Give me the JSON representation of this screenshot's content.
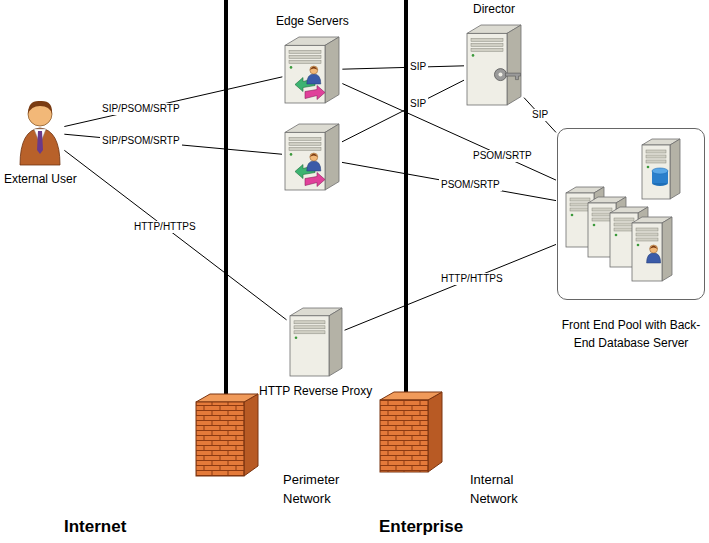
{
  "diagram": {
    "nodes": [
      {
        "text": [
          "External User"
        ]
      },
      {
        "text": [
          "Edge Servers"
        ]
      },
      {
        "text": []
      },
      {
        "text": [
          "Director"
        ]
      },
      {
        "text": [
          "Front End Pool with Back-End Database Server"
        ]
      },
      {
        "text": [
          "HTTP Reverse Proxy"
        ]
      }
    ],
    "edges": [
      {
        "from": 0,
        "to": 1,
        "label": "SIP/PSOM/SRTP",
        "arrow": "none"
      },
      {
        "from": 0,
        "to": 2,
        "label": "SIP/PSOM/SRTP",
        "arrow": "none"
      },
      {
        "from": 0,
        "to": 5,
        "label": "HTTP/HTTPS",
        "arrow": "none"
      },
      {
        "from": 1,
        "to": 3,
        "label": "SIP",
        "arrow": "none"
      },
      {
        "from": 2,
        "to": 3,
        "label": "SIP",
        "arrow": "none"
      },
      {
        "from": 3,
        "to": 4,
        "label": "SIP",
        "arrow": "none"
      },
      {
        "from": 1,
        "to": 4,
        "label": "PSOM/SRTP",
        "arrow": "none"
      },
      {
        "from": 2,
        "to": 4,
        "label": "PSOM/SRTP",
        "arrow": "none"
      },
      {
        "from": 5,
        "to": 4,
        "label": "HTTP/HTTPS",
        "arrow": "none"
      }
    ],
    "labels": [
      "Perimeter Network",
      "Internal Network",
      "Internet",
      "Enterprise"
    ]
  }
}
